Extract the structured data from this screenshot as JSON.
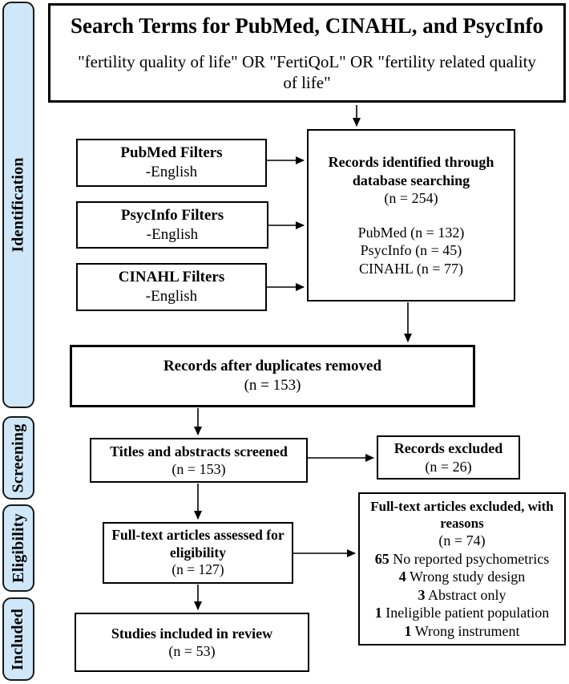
{
  "diagram": {
    "search_terms_box": {
      "title": "Search Terms for PubMed, CINAHL, and PsycInfo",
      "terms": "\"fertility quality of life\" OR \"FertiQoL\" OR \"fertility related quality of life\""
    },
    "stages": {
      "identification": "Identification",
      "screening": "Screening",
      "eligibility": "Eligibility",
      "included": "Included"
    },
    "filters": [
      {
        "title": "PubMed Filters",
        "detail": "-English"
      },
      {
        "title": "PsycInfo Filters",
        "detail": "-English"
      },
      {
        "title": "CINAHL Filters",
        "detail": "-English"
      }
    ],
    "records_identified": {
      "title": "Records identified through database searching",
      "count": "(n = 254)",
      "sources": [
        "PubMed (n = 132)",
        "PsycInfo (n = 45)",
        "CINAHL (n = 77)"
      ]
    },
    "duplicates_removed": {
      "title": "Records after duplicates removed",
      "count": "(n = 153)"
    },
    "titles_screened": {
      "title": "Titles and abstracts screened",
      "count": "(n = 153)"
    },
    "records_excluded": {
      "title": "Records excluded",
      "count": "(n = 26)"
    },
    "fulltext_assessed": {
      "title": "Full-text articles assessed for eligibility",
      "count": "(n = 127)"
    },
    "fulltext_excluded": {
      "title": "Full-text articles excluded, with reasons",
      "count": "(n = 74)",
      "reasons": [
        {
          "n": "65",
          "text": "No reported psychometrics"
        },
        {
          "n": "4",
          "text": "Wrong study design"
        },
        {
          "n": "3",
          "text": "Abstract only"
        },
        {
          "n": "1",
          "text": "Ineligible patient population"
        },
        {
          "n": "1",
          "text": "Wrong instrument"
        }
      ]
    },
    "studies_included": {
      "title": "Studies included in review",
      "count": "(n = 53)"
    },
    "colors": {
      "stage_fill": "#cfe7f8",
      "border": "#000000"
    }
  }
}
